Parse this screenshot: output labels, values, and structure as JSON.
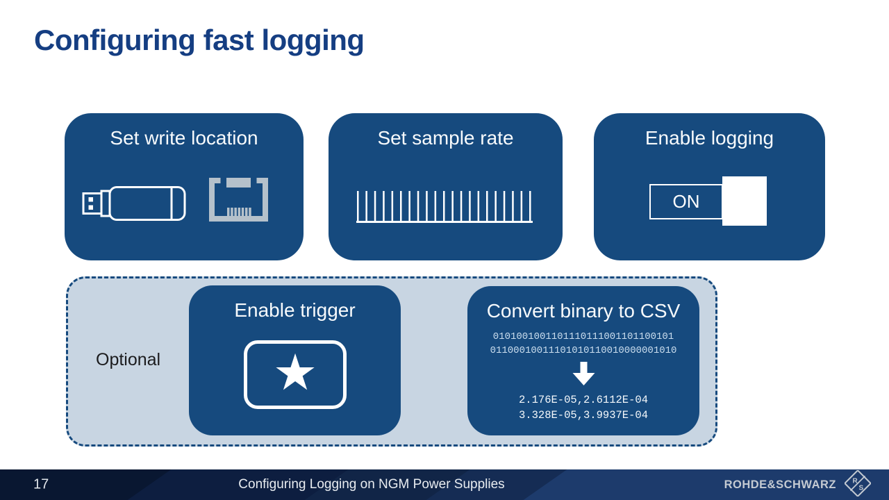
{
  "slide": {
    "title": "Configuring fast logging"
  },
  "steps": [
    {
      "label": "Set write location",
      "icons": [
        "usb-drive-icon",
        "ethernet-port-icon"
      ]
    },
    {
      "label": "Set sample rate",
      "icons": [
        "sample-comb-icon"
      ]
    },
    {
      "label": "Enable logging",
      "icons": [
        "toggle-icon"
      ],
      "toggle_label": "ON"
    }
  ],
  "optional": {
    "label": "Optional",
    "trigger": {
      "label": "Enable trigger",
      "star_glyph": "★"
    },
    "convert": {
      "label": "Convert binary to CSV",
      "binary_line1": "0101001001101110111001101100101",
      "binary_line2": "01100010011101010110010000001010",
      "csv_line1": "2.176E-05,2.6112E-04",
      "csv_line2": "3.328E-05,3.9937E-04"
    }
  },
  "footer": {
    "page_number": "17",
    "title": "Configuring Logging on NGM Power Supplies",
    "brand": "ROHDE&SCHWARZ",
    "logo_r": "R",
    "logo_s": "S"
  },
  "colors": {
    "box_blue": "#164A7E",
    "title_blue": "#153E82",
    "optional_bg": "#C8D5E2",
    "footer_dark": "#091731",
    "footer_light": "#1D3B6C",
    "icon_gray": "#B5C1CB"
  }
}
